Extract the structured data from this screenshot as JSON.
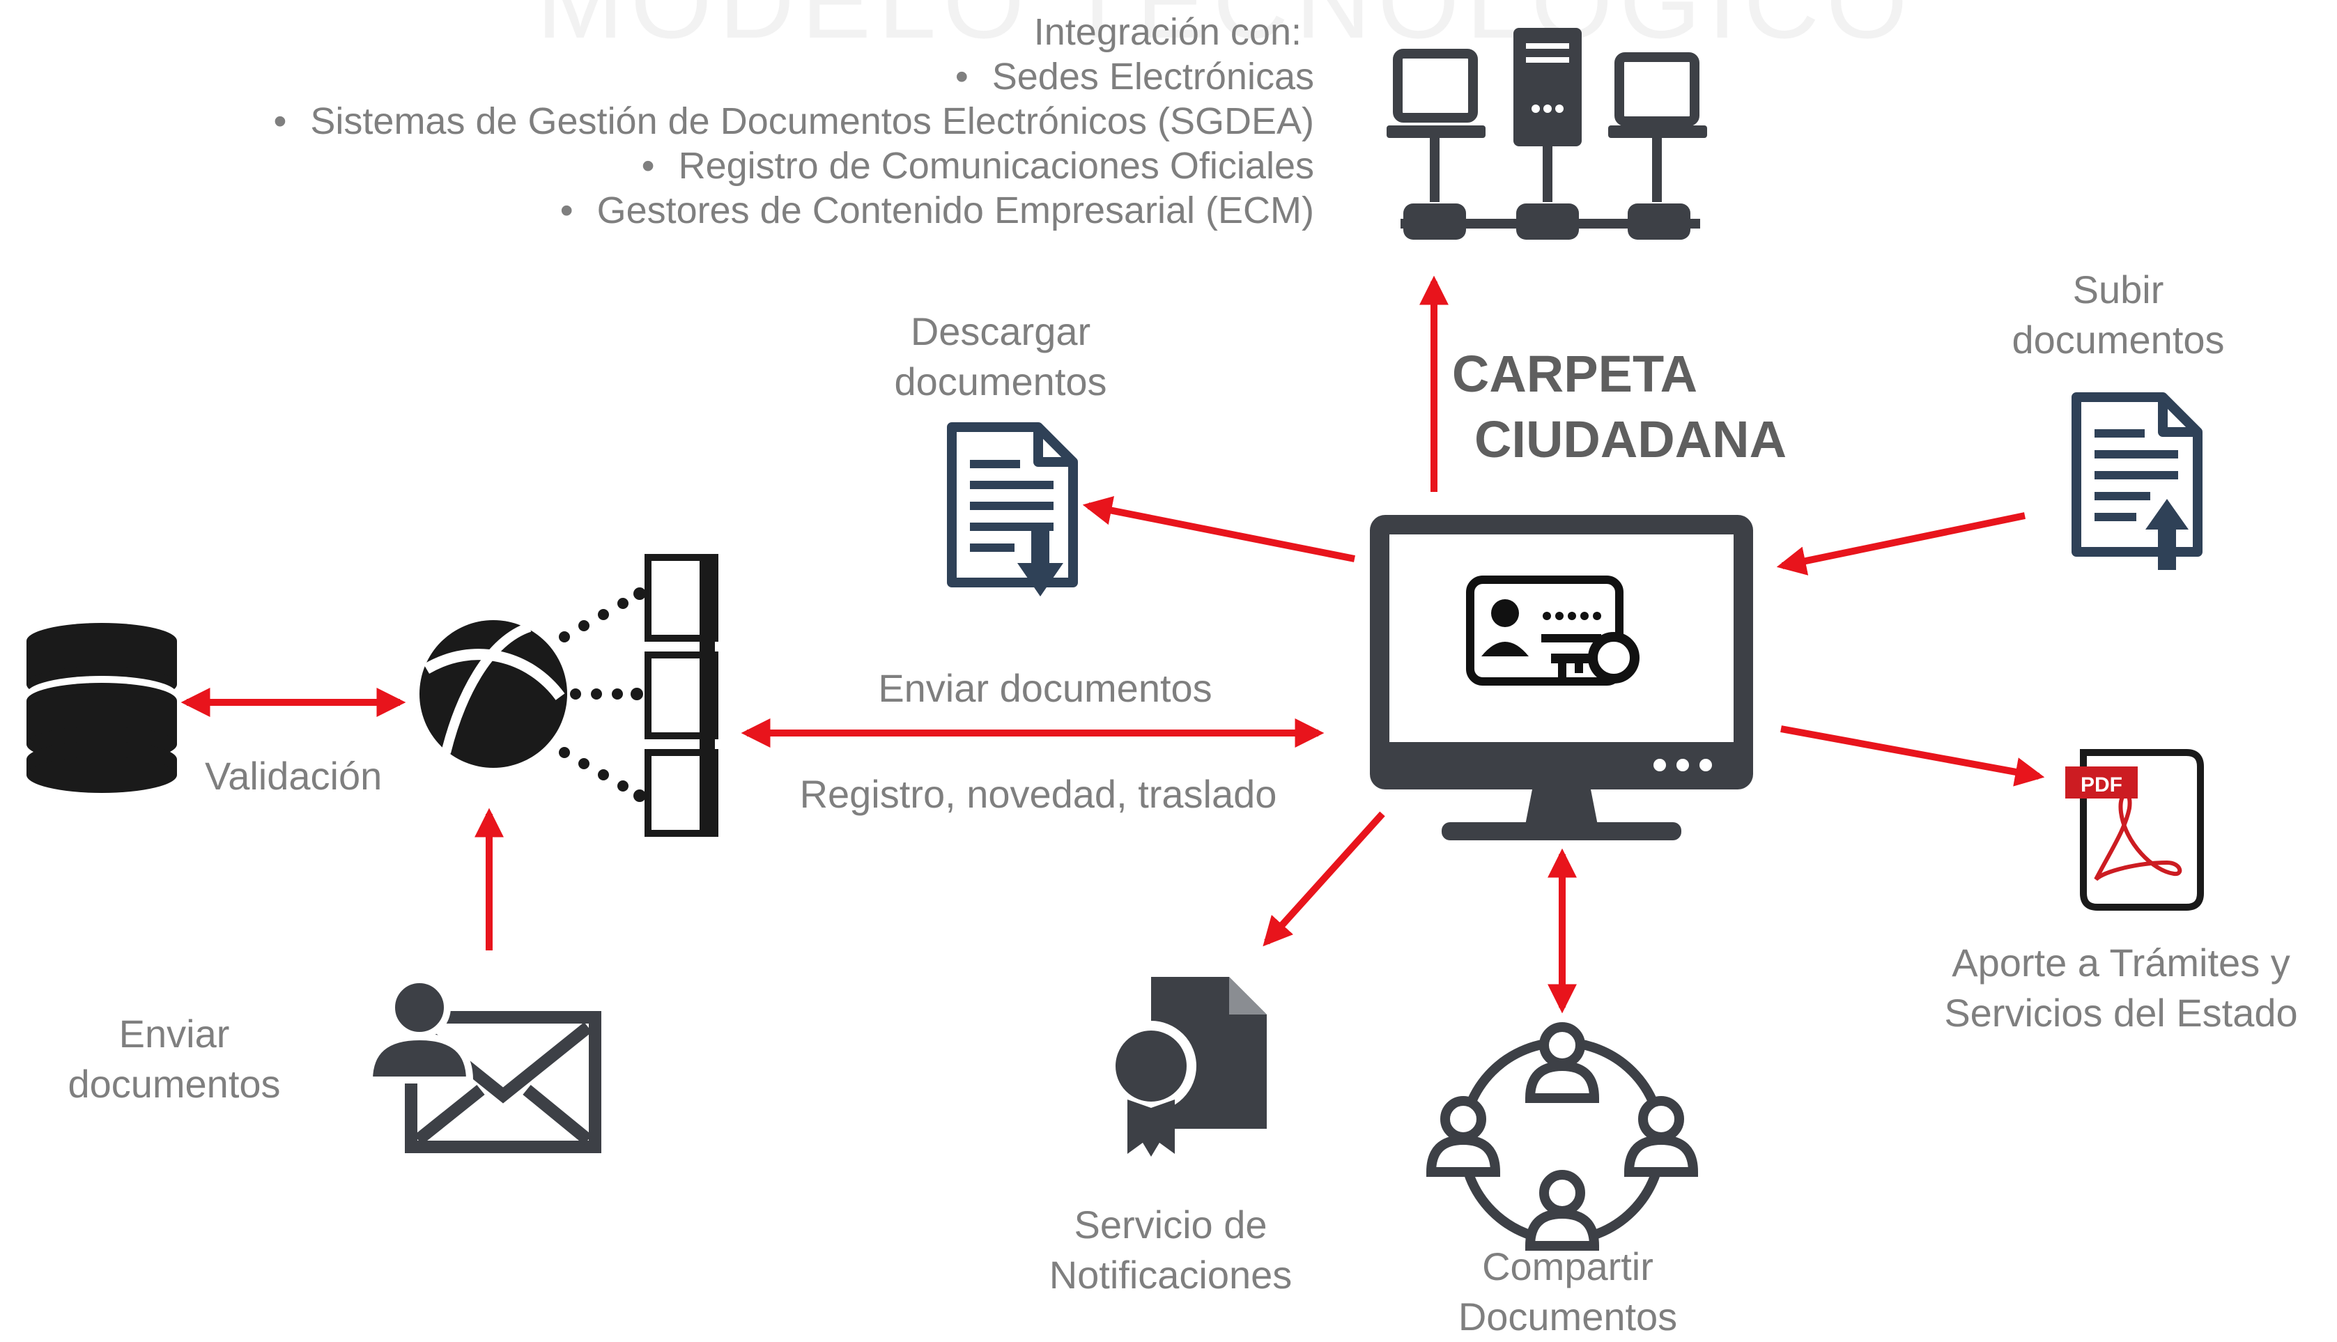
{
  "header": {
    "watermark": "MODELO TECNOLÓGICO",
    "integration_title": "Integración con:",
    "integration_items": [
      "Sedes Electrónicas",
      "Sistemas de Gestión de Documentos Electrónicos (SGDEA)",
      "Registro de Comunicaciones Oficiales",
      "Gestores de Contenido Empresarial (ECM)"
    ]
  },
  "center": {
    "title_line1": "CARPETA",
    "title_line2": "CIUDADANA"
  },
  "labels": {
    "download_line1": "Descargar",
    "download_line2": "documentos",
    "upload_line1": "Subir",
    "upload_line2": "documentos",
    "send_top": "Enviar documentos",
    "send_bottom": "Registro, novedad, traslado",
    "validation": "Validación",
    "send_left_line1": "Enviar",
    "send_left_line2": "documentos",
    "notif_line1": "Servicio de",
    "notif_line2": "Notificaciones",
    "share_line1": "Compartir",
    "share_line2": "Documentos",
    "contrib_line1": "Aporte a Trámites y",
    "contrib_line2": "Servicios del Estado",
    "pdf_badge": "PDF"
  },
  "colors": {
    "arrow": "#e8141c",
    "icon_dark": "#3d4046",
    "text_gray": "#7f7f7f",
    "title_gray": "#5f5f5f"
  },
  "icons": [
    "network-servers-icon",
    "computer-monitor-icon",
    "id-card-key-icon",
    "document-download-icon",
    "document-upload-icon",
    "database-icon",
    "globe-icon",
    "server-rack-icon",
    "user-envelope-icon",
    "certificate-ribbon-icon",
    "people-sharing-icon",
    "pdf-document-icon"
  ]
}
